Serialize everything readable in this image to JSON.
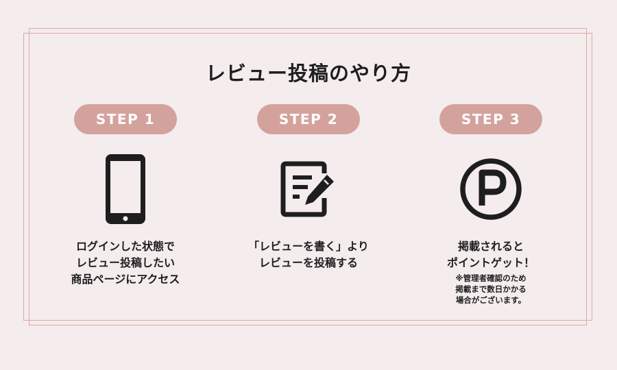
{
  "title": "レビュー投稿のやり方",
  "steps": [
    {
      "label": "STEP 1",
      "icon": "smartphone-icon",
      "lines": [
        "ログインした状態で",
        "レビュー投稿したい",
        "商品ページにアクセス"
      ]
    },
    {
      "label": "STEP 2",
      "icon": "write-review-icon",
      "lines": [
        "「レビューを書く」より",
        "レビューを投稿する"
      ]
    },
    {
      "label": "STEP 3",
      "icon": "points-icon",
      "lines": [
        "掲載されると",
        "ポイントゲット！"
      ],
      "note": [
        "※管理者確認のため",
        "掲載まで数日かかる",
        "場合がございます。"
      ]
    }
  ],
  "colors": {
    "background": "#f4eced",
    "frame": "#e0a8a2",
    "pill": "#d4a29c",
    "pill_text": "#ffffff",
    "text": "#1e1e1e"
  }
}
